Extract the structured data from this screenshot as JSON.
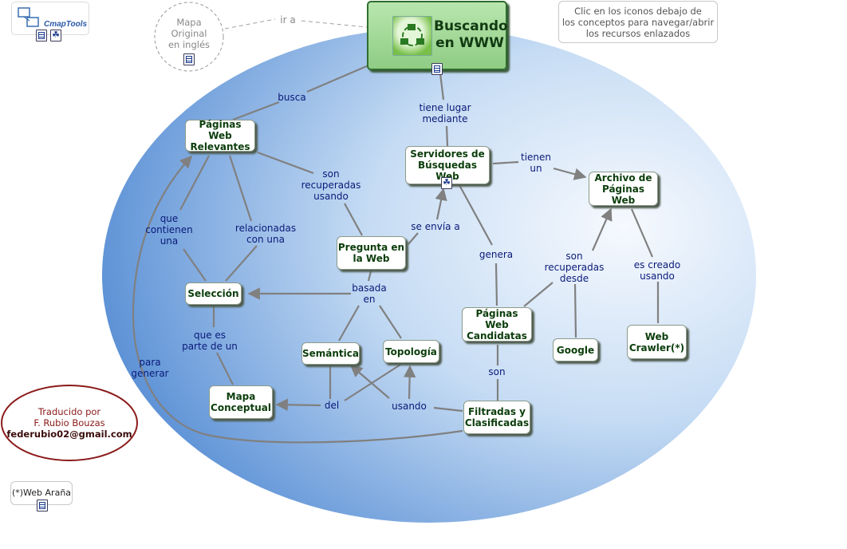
{
  "colors": {
    "background_oval_light": "#f2f7fd",
    "background_oval_dark": "#5a90d6",
    "concept_border": "#8a9a8a",
    "concept_text": "#0b3d0b",
    "link_text": "#0a1a78",
    "link_line": "#808080",
    "root_fill": "#a4d99a",
    "root_border": "#2f6d2f",
    "credit_border": "#8b1a1a",
    "credit_text": "#8b1a1a"
  },
  "logo": {
    "text": "CmapTools"
  },
  "original_map": {
    "text": "Mapa\nOriginal\nen inglés",
    "link_label": "ir a"
  },
  "instructions": "Clic en los iconos debajo de\nlos conceptos para navegar/abrir\nlos recursos enlazados",
  "root": {
    "title": "Buscando\nen WWW"
  },
  "concepts": {
    "paginas_relevantes": "Páginas Web\nRelevantes",
    "servidores": "Servidores de\nBúsquedas Web",
    "archivo": "Archivo de\nPáginas Web",
    "pregunta": "Pregunta en\nla Web",
    "seleccion": "Selección",
    "semantica": "Semántica",
    "topologia": "Topología",
    "candidatas": "Páginas Web\nCandidatas",
    "google": "Google",
    "crawler": "Web\nCrawler(*)",
    "mapa_conceptual": "Mapa\nConceptual",
    "filtradas": "Filtradas y\nClasificadas"
  },
  "links": {
    "busca": "busca",
    "tiene_lugar": "tiene lugar\nmediante",
    "tienen_un": "tienen\nun",
    "son_recuperadas_usando": "son\nrecuperadas\nusando",
    "se_envia_a": "se envía a",
    "que_contienen": "que\ncontienen\nuna",
    "relacionadas": "relacionadas\ncon una",
    "genera": "genera",
    "son_recuperadas_desde": "son\nrecuperadas\ndesde",
    "es_creado": "es creado\nusando",
    "basada_en": "basada\nen",
    "que_es_parte": "que es\nparte de un",
    "son": "son",
    "para_generar": "para\ngenerar",
    "del": "del",
    "usando": "usando"
  },
  "credit": {
    "line1": "Traducido por",
    "line2": "F. Rubio Bouzas",
    "email": "federubio02@gmail.com"
  },
  "footnote": "(*)Web Araña"
}
